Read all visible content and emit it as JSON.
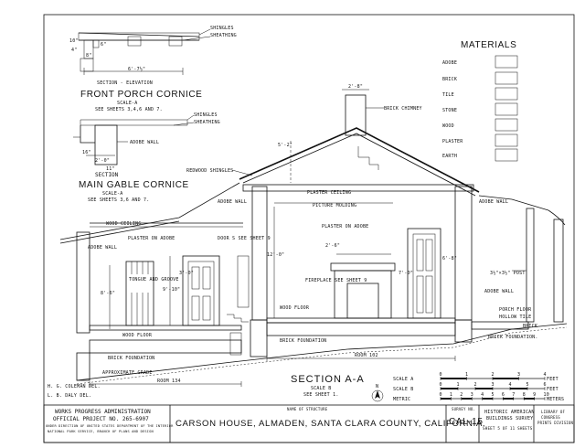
{
  "porch_detail": {
    "shingles_label": "SHINGLES",
    "sheathing_label": "SHEATHING",
    "section_label": "SECTION - ELEVATION",
    "title": "FRONT PORCH CORNICE",
    "scale": "SCALE-A",
    "see_sheets": "SEE SHEETS 3,4,6 AND 7.",
    "dim_width": "6'-7½\"",
    "dim_a": "10\"",
    "dim_b": "4\"",
    "dim_c": "6\"",
    "dim_d": "8\""
  },
  "gable_detail": {
    "shingles_label": "SHINGLES",
    "sheathing_label": "SHEATHING",
    "adobe_wall_label": "ADOBE WALL",
    "section_label": "SECTION",
    "title": "MAIN GABLE CORNICE",
    "scale": "SCALE-A",
    "see_sheets": "SEE SHEETS 3,6 AND 7.",
    "dim_a": "16\"",
    "dim_b": "2'-0\"",
    "dim_c": "11\""
  },
  "materials": {
    "title": "MATERIALS",
    "items": [
      {
        "label": "ADOBE"
      },
      {
        "label": "BRICK"
      },
      {
        "label": "TILE"
      },
      {
        "label": "STONE"
      },
      {
        "label": "WOOD"
      },
      {
        "label": "PLASTER"
      },
      {
        "label": "EARTH"
      }
    ]
  },
  "labels": {
    "brick_chimney": "BRICK CHIMNEY",
    "chimney_dim": "2'-8\"",
    "redwood_shingles": "REDWOOD SHINGLES",
    "adobe_wall_1": "ADOBE WALL",
    "adobe_wall_2": "ADOBE WALL",
    "adobe_wall_3": "ADOBE WALL",
    "adobe_wall_4": "ADOBE WALL",
    "wood_ceiling": "WOOD CEILING",
    "plaster_ceiling": "PLASTER CEILING",
    "picture_molding": "PICTURE MOLDING",
    "plaster_on_adobe_1": "PLASTER ON ADOBE",
    "plaster_on_adobe_2": "PLASTER ON ADOBE",
    "door_see_sheet": "DOOR S SEE SHEET 9",
    "tongue_groove": "TONGUE AND GROOVE",
    "fireplace": "FIREPLACE SEE SHEET 9",
    "wood_floor_1": "WOOD FLOOR",
    "wood_floor_2": "WOOD FLOOR",
    "brick_foundation_1": "BRICK FOUNDATION",
    "brick_foundation_2": "BRICK FOUNDATION",
    "brick_foundation_3": "BRICK FOUNDATION.",
    "approx_grade": "APPROXIMATE GRADE",
    "room_134": "ROOM 134",
    "room_102": "ROOM 102",
    "post": "3½\"×3½\" POST",
    "porch_floor": "PORCH FLOOR",
    "hollow_tile": "HOLLOW TILE",
    "brick": "BRICK",
    "ridge_dim": "5'-2\"",
    "dim_1": "8'-6\"",
    "dim_2": "9'-10\"",
    "dim_3": "12'-0\"",
    "dim_4": "7'-0\"",
    "dim_5": "3'-0\"",
    "dim_6": "6'-8\"",
    "dim_7": "2'-6\""
  },
  "section": {
    "title": "SECTION A-A",
    "scale": "SCALE B",
    "see_sheet": "SEE SHEET 1."
  },
  "scales": {
    "a_label": "SCALE A",
    "b_label": "SCALE B",
    "metric_label": "METRIC",
    "a_ticks": [
      "0",
      "1",
      "2",
      "3",
      "4"
    ],
    "b_ticks": [
      "0",
      "1",
      "2",
      "3",
      "4",
      "5",
      "6"
    ],
    "m_ticks": [
      "0",
      "1",
      "2",
      "3",
      "4",
      "5",
      "6",
      "7",
      "8",
      "9",
      "10"
    ],
    "feet": "FEET",
    "meters": "METERS",
    "north_arrow": "N"
  },
  "signatures": {
    "line1": "H. G. COLEMAN  DEL.",
    "line2": "L. B. DALY      DEL."
  },
  "title_block": {
    "wpa_line1": "WORKS PROGRESS ADMINISTRATION",
    "wpa_line2": "OFFICIAL PROJECT NO. 265-6907",
    "wpa_line3": "UNDER DIRECTION OF UNITED STATES DEPARTMENT OF THE INTERIOR",
    "wpa_line4": "NATIONAL PARK SERVICE, BRANCH OF PLANS AND DESIGN",
    "name_caption": "NAME OF STRUCTURE",
    "structure_name": "CARSON HOUSE, ALMADEN, SANTA CLARA COUNTY, CALIFORNIA.",
    "survey_no_caption": "SURVEY NO.",
    "survey_no": "CAL-15",
    "habs_line1": "HISTORIC AMERICAN",
    "habs_line2": "BUILDINGS SURVEY",
    "sheet_no": "SHEET 5 OF 11 SHEETS",
    "library_line1": "LIBRARY OF",
    "library_line2": "CONGRESS",
    "library_line3": "PRINTS DIVISION"
  }
}
